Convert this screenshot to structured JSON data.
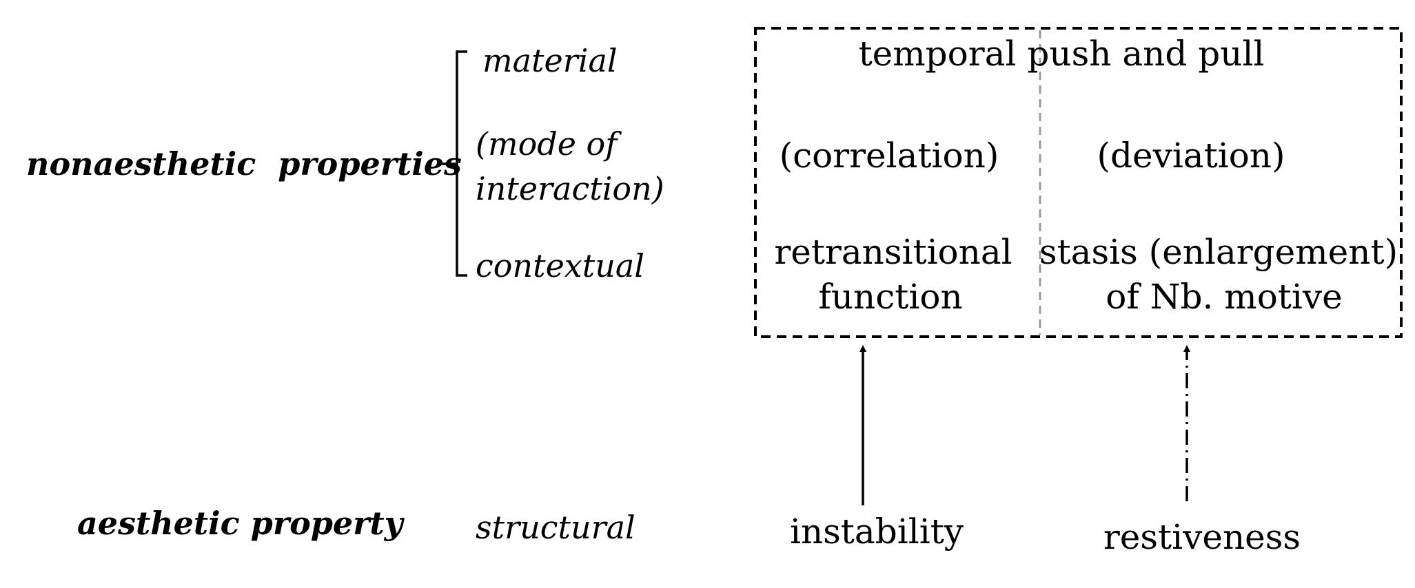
{
  "left_labels": {
    "nonaesthetic": "nonaesthetic  properties",
    "aesthetic": "aesthetic property"
  },
  "sub_labels": {
    "material": "material",
    "mode_line1": "(mode of",
    "mode_line2": "interaction)",
    "contextual": "contextual",
    "structural": "structural"
  },
  "box": {
    "title": "temporal push and pull",
    "left": {
      "header": "(correlation)",
      "line1": "retransitional",
      "line2": "function"
    },
    "right": {
      "header": "(deviation)",
      "line1": "stasis (enlargement)",
      "line2": "of Nb. motive"
    }
  },
  "bottom_labels": {
    "instability": "instability",
    "restiveness": "restiveness"
  }
}
